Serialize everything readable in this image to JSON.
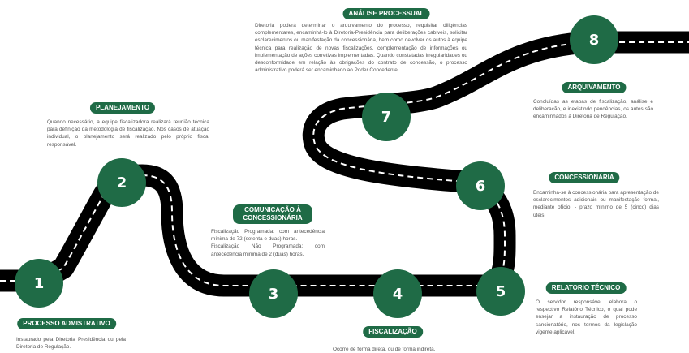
{
  "colors": {
    "accent": "#1f6b46",
    "road": "#000000",
    "lane": "#ffffff",
    "text": "#555555"
  },
  "steps": [
    {
      "num": "1",
      "title": "PROCESSO ADMISTRATIVO",
      "desc": "Instaurado pela Diretoria Presidência ou pela Diretoria de Regulação."
    },
    {
      "num": "2",
      "title": "PLANEJAMENTO",
      "desc": "Quando necessário, a equipe fiscalizadora realizará reunião técnica para definição da metodologia de fiscalização. Nos casos de atuação individual, o planejamento será realizado pelo próprio fiscal responsável."
    },
    {
      "num": "3",
      "title": "COMUNICAÇÃO À CONCESSIONÁRIA",
      "desc": "Fiscalização Programada: com antecedência mínima de 72 (setenta e duas) horas.\nFiscalização Não Programada: com antecedência mínima de 2 (duas) horas."
    },
    {
      "num": "4",
      "title": "FISCALIZAÇÃO",
      "desc": "Ocorre de forma direta, ou de forma indireta."
    },
    {
      "num": "5",
      "title": "RELATORIO TÉCNICO",
      "desc": "O servidor responsável elabora o respectivo Relatório Técnico, o qual pode ensejar a instauração de processo sancionatório, nos termos da legislação vigente aplicável."
    },
    {
      "num": "6",
      "title": "CONCESSIONÁRIA",
      "desc": "Encaminha-se à concessionária para apresentação de esclarecimentos adicionais ou manifestação formal, mediante ofício. - prazo mínimo de 5 (cinco) dias úteis."
    },
    {
      "num": "7",
      "title": "ANÁLISE PROCESSUAL",
      "desc": "Diretoria poderá determinar o arquivamento do processo, requisitar diligências complementares, encaminhá-lo à Diretoria-Presidência para deliberações cabíveis, solicitar esclarecimentos ou manifestação da concessionária, bem como devolver os autos à equipe técnica para realização de novas fiscalizações, complementação de informações ou implementação de ações corretivas implementadas. Quando constatadas irregularidades ou desconformidade em relação às obrigações do contrato de concessão, o processo administrativo poderá ser encaminhado ao Poder Concedente."
    },
    {
      "num": "8",
      "title": "ARQUIVAMENTO",
      "desc": "Concluídas as etapas de fiscalização, análise e deliberação, e inexistindo pendências, os autos são encaminhados à Diretoria de Regulação."
    }
  ]
}
